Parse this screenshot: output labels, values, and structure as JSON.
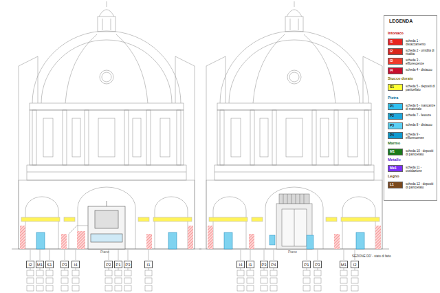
{
  "diagram": {
    "caption": "SEZIONE DD' - stato di fatto",
    "labels": [
      "LEGENDA",
      "Intonaco",
      "I1",
      "I2",
      "I3",
      "I4",
      "Stucco dorato",
      "S1",
      "Pietra",
      "P1",
      "P2",
      "P3",
      "P4",
      "Marmo",
      "M1",
      "Metallo",
      "Me1",
      "Legno",
      "L1",
      "I2",
      "M1",
      "S1",
      "P3",
      "I4",
      "P2",
      "P1",
      "P3",
      "I1",
      "I4",
      "I1",
      "P3",
      "P4",
      "P1",
      "P3",
      "M1",
      "I2",
      "Piano",
      "Piano"
    ],
    "legend": [
      {
        "text": "scheda 1 - distaccamento",
        "color": "#e8231f"
      },
      {
        "text": "scheda 2 - umidità di risalita",
        "color": "#d9261c"
      },
      {
        "text": "scheda 3 - efflorescenze",
        "color": "#ef3b2c"
      },
      {
        "text": "scheda 4 - distacco",
        "color": "#c8102e"
      },
      {
        "text": "scheda 5 - depositi di particellato",
        "color": "#ffff33"
      },
      {
        "text": "scheda 6 - mancanze di materiale",
        "color": "#33c1f0"
      },
      {
        "text": "scheda 7 - fessure",
        "color": "#1fa8dc"
      },
      {
        "text": "scheda 8 - distacco",
        "color": "#5bd0f5"
      },
      {
        "text": "scheda 9 - efflorescenze",
        "color": "#0e9ad0"
      },
      {
        "text": "scheda 10 - depositi di particellato",
        "color": "#1b7a1b"
      },
      {
        "text": "scheda 11 - ossidazione",
        "color": "#7b2ff7"
      },
      {
        "text": "scheda 12 - depositi di particellato",
        "color": "#7a4a1e"
      }
    ]
  }
}
